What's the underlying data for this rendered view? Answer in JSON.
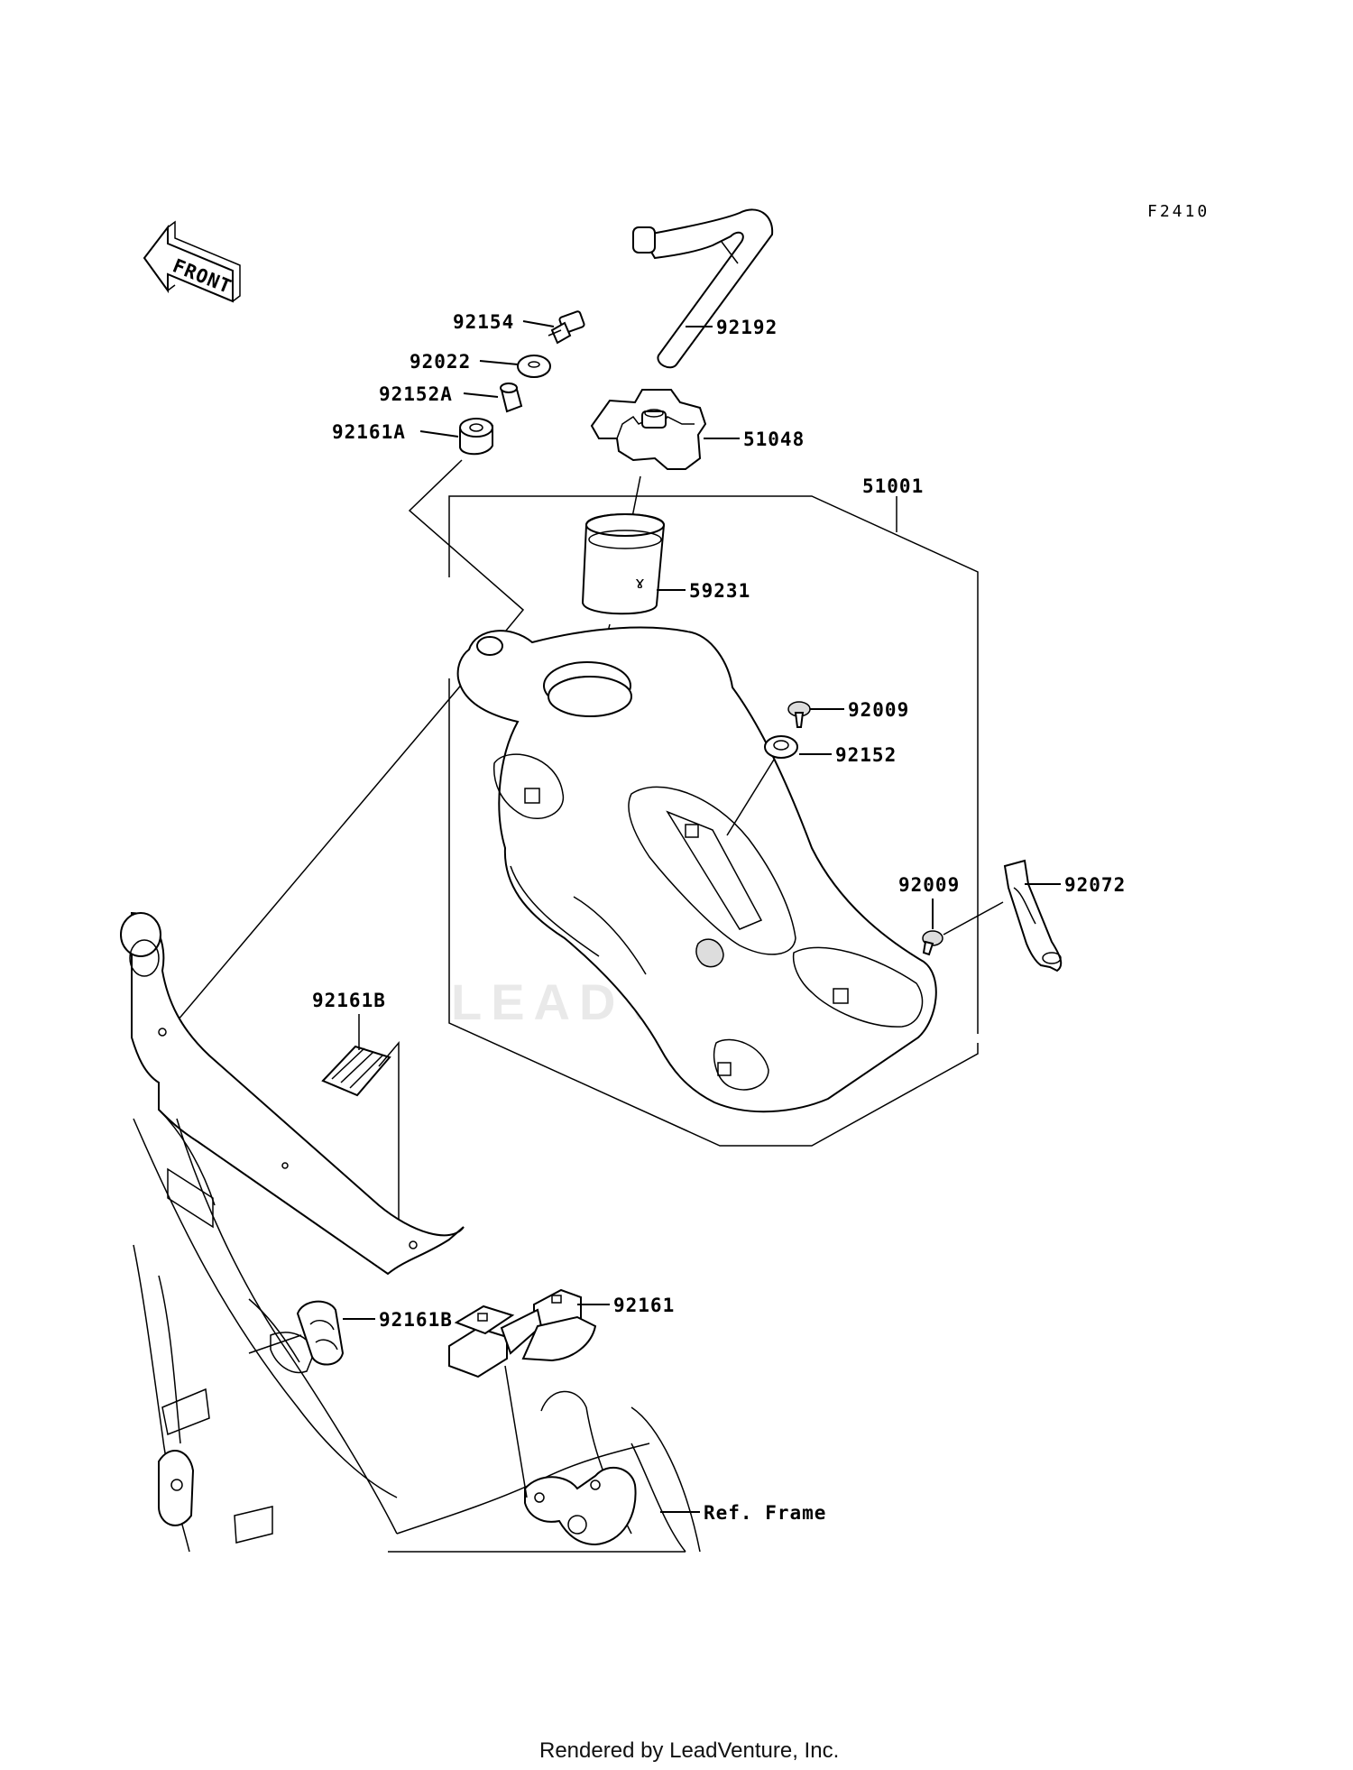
{
  "diagram": {
    "code": "F2410",
    "front_label": "FRONT",
    "watermark": "LEADVENTURE",
    "footer": "Rendered by LeadVenture, Inc.",
    "callouts": [
      {
        "id": "92192",
        "label": "92192"
      },
      {
        "id": "92154",
        "label": "92154"
      },
      {
        "id": "92022",
        "label": "92022"
      },
      {
        "id": "92152A",
        "label": "92152A"
      },
      {
        "id": "92161A",
        "label": "92161A"
      },
      {
        "id": "51048",
        "label": "51048"
      },
      {
        "id": "51001",
        "label": "51001"
      },
      {
        "id": "59231",
        "label": "59231"
      },
      {
        "id": "92009a",
        "label": "92009"
      },
      {
        "id": "92152",
        "label": "92152"
      },
      {
        "id": "92009b",
        "label": "92009"
      },
      {
        "id": "92072",
        "label": "92072"
      },
      {
        "id": "92161Ba",
        "label": "92161B"
      },
      {
        "id": "92161Bb",
        "label": "92161B"
      },
      {
        "id": "92161",
        "label": "92161"
      },
      {
        "id": "ref-frame",
        "label": "Ref. Frame"
      }
    ]
  }
}
